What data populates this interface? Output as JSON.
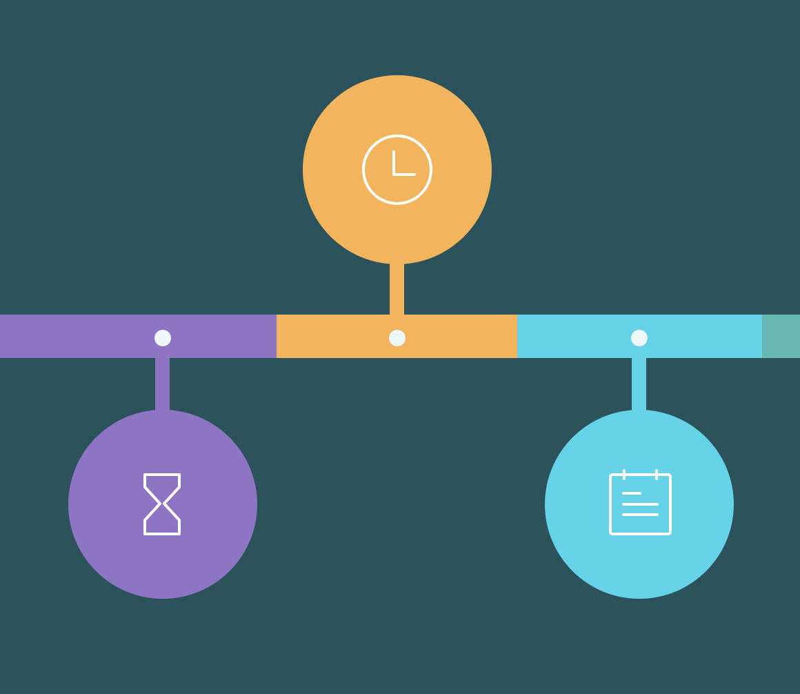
{
  "background_color": "#2c535b",
  "node_dot_color": "#eef7fb",
  "icon_stroke_color": "#ffffff",
  "timeline_segments": [
    {
      "name": "purple",
      "color": "#8e75c4"
    },
    {
      "name": "orange",
      "color": "#f2b45c"
    },
    {
      "name": "cyan",
      "color": "#66d2e8"
    },
    {
      "name": "teal",
      "color": "#67b8b2"
    }
  ],
  "milestones": [
    {
      "icon": "hourglass-icon",
      "color": "#8e75c4",
      "position": "below"
    },
    {
      "icon": "clock-icon",
      "color": "#f2b45c",
      "position": "above"
    },
    {
      "icon": "notepad-icon",
      "color": "#66d2e8",
      "position": "below"
    }
  ]
}
